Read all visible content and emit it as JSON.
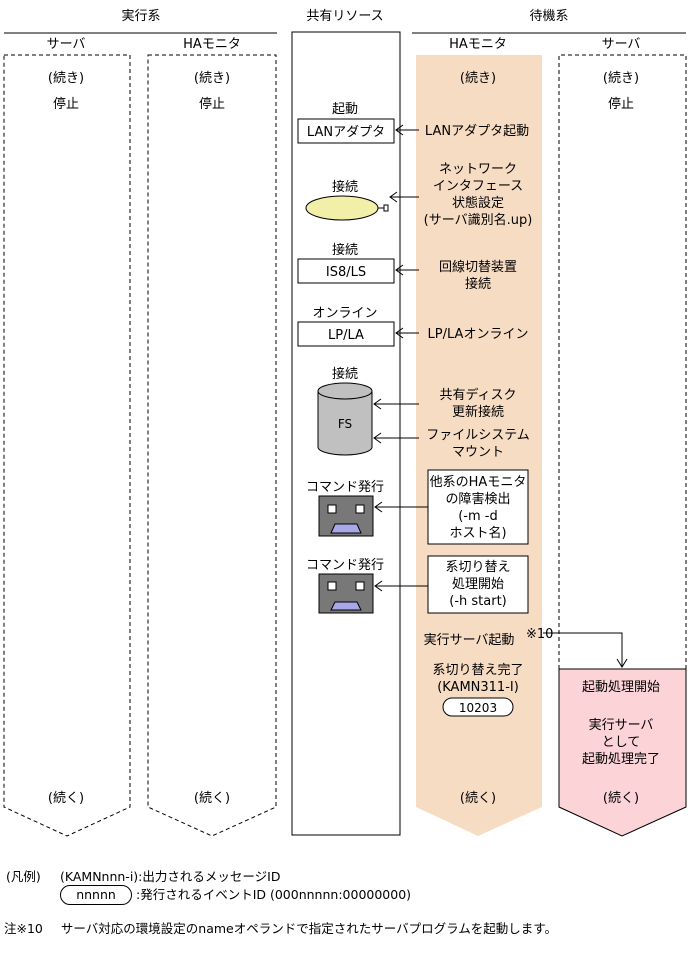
{
  "groups": {
    "active": "実行系",
    "shared": "共有リソース",
    "standby": "待機系"
  },
  "columns": {
    "active_server": "サーバ",
    "active_ha": "HAモニタ",
    "standby_ha": "HAモニタ",
    "standby_server": "サーバ"
  },
  "labels": {
    "continued_top": "(続き)",
    "stop": "停止",
    "continues": "(続く)"
  },
  "resources": {
    "lan_state": "起動",
    "lan_box": "LANアダプタ",
    "nif_state": "接続",
    "isls_state": "接続",
    "isls_box": "IS8/LS",
    "lpla_state": "オンライン",
    "lpla_box": "LP/LA",
    "disk_state": "接続",
    "disk_label": "FS",
    "cmd1": "コマンド発行",
    "cmd2": "コマンド発行"
  },
  "steps": {
    "lan_start": "LANアダプタ起動",
    "nif_1": "ネットワーク",
    "nif_2": "インタフェース",
    "nif_3": "状態設定",
    "nif_4": "(サーバ識別名.up)",
    "isls_1": "回線切替装置",
    "isls_2": "接続",
    "lpla": "LP/LAオンライン",
    "disk_1": "共有ディスク",
    "disk_2": "更新接続",
    "mount_1": "ファイルシステム",
    "mount_2": "マウント",
    "fail_1": "他系のHAモニタ",
    "fail_2": "の障害検出",
    "fail_3": "(-m -d",
    "fail_4": "ホスト名)",
    "sw_1": "系切り替え",
    "sw_2": "処理開始",
    "sw_3": "(-h start)",
    "exec_start": "実行サーバ起動",
    "exec_note": "※10",
    "done_1": "系切り替え完了",
    "done_2": "(KAMN311-I)",
    "event_id": "10203"
  },
  "server_standby": {
    "start": "起動処理開始",
    "text_1": "実行サーバ",
    "text_2": "として",
    "text_3": "起動処理完了"
  },
  "legend": {
    "title": "(凡例)",
    "message_id": "(KAMNnnn-i)",
    "message_desc": ":出力されるメッセージID",
    "event_sample": "nnnnn",
    "event_desc": ":発行されるイベントID (000nnnnn:00000000)"
  },
  "footnote": {
    "mark": "注※10",
    "text": "サーバ対応の環境設定のnameオペランドで指定されたサーバプログラムを起動します。"
  },
  "colors": {
    "ha_fill": "#f7dcc4",
    "server_start_fill": "#fcd4d8",
    "disk_fill": "#c0c0c0",
    "nif_fill": "#f2f0a8",
    "cmd_fill": "#787878",
    "cmd_mouth": "#a8a8e8"
  }
}
